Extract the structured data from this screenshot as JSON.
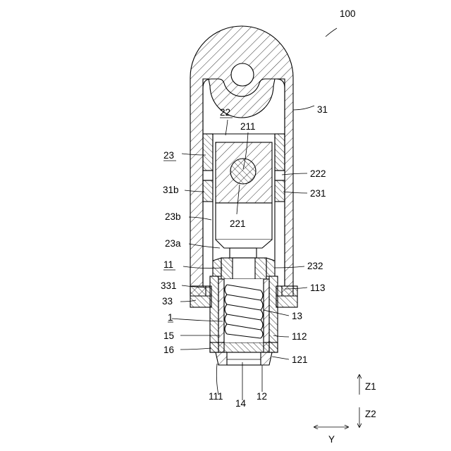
{
  "figure": {
    "callouts": {
      "c100": "100",
      "c31": "31",
      "c22": "22",
      "c211": "211",
      "c23": "23",
      "c222": "222",
      "c31b": "31b",
      "c231": "231",
      "c23b": "23b",
      "c221": "221",
      "c23a": "23a",
      "c11": "11",
      "c232": "232",
      "c331": "331",
      "c113": "113",
      "c33": "33",
      "c13": "13",
      "c1": "1",
      "c112": "112",
      "c15": "15",
      "c16": "16",
      "c121": "121",
      "c111": "111",
      "c14": "14",
      "c12": "12"
    },
    "axes": {
      "z1": "Z1",
      "z2": "Z2",
      "y": "Y"
    }
  }
}
